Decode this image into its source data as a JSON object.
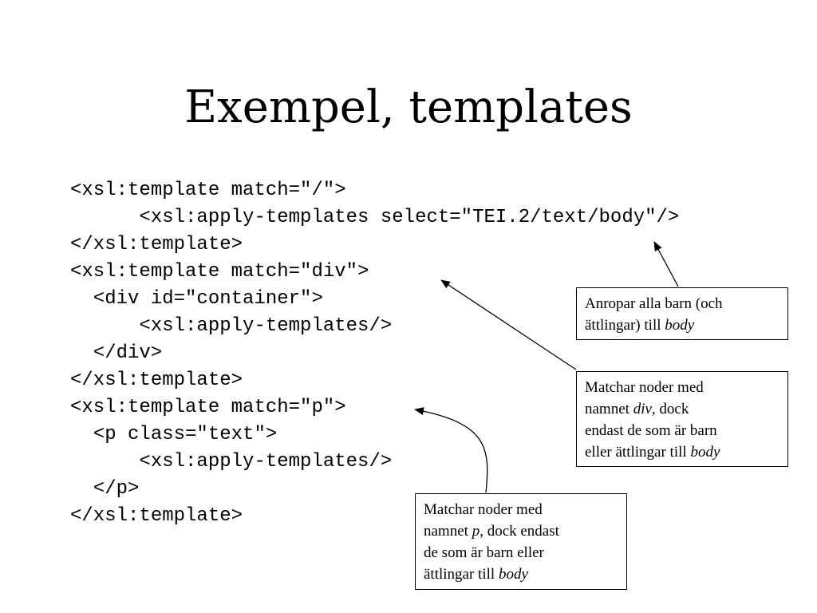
{
  "slide": {
    "title": "Exempel, templates",
    "code_lines": [
      "<xsl:template match=\"/\">",
      "      <xsl:apply-templates select=\"TEI.2/text/body\"/>",
      "</xsl:template>",
      "<xsl:template match=\"div\">",
      "  <div id=\"container\">",
      "      <xsl:apply-templates/>",
      "  </div>",
      "</xsl:template>",
      "<xsl:template match=\"p\">",
      "  <p class=\"text\">",
      "      <xsl:apply-templates/>",
      "  </p>",
      "</xsl:template>"
    ],
    "annotations": {
      "body_call": {
        "line1": "Anropar alla barn (och",
        "line2_prefix": "ättlingar) till ",
        "line2_em": "body"
      },
      "div_match": {
        "line1": "Matchar noder med",
        "line2_prefix": "namnet ",
        "line2_em": "div",
        "line2_suffix": ", dock",
        "line3": "endast de som är barn",
        "line4_prefix": "eller ättlingar till ",
        "line4_em": "body"
      },
      "p_match": {
        "line1": "Matchar noder med",
        "line2_prefix": "namnet ",
        "line2_em": "p",
        "line2_suffix": ", dock endast",
        "line3": "de som är barn eller",
        "line4_prefix": "ättlingar till ",
        "line4_em": "body"
      }
    }
  }
}
